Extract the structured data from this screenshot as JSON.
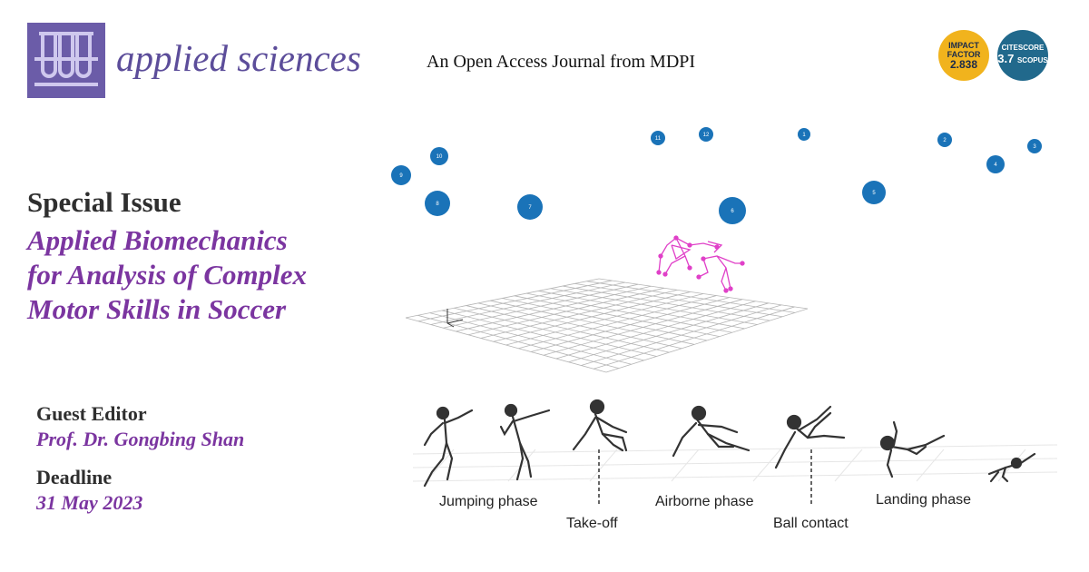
{
  "header": {
    "journal_name": "applied sciences",
    "tagline": "An Open Access Journal from MDPI"
  },
  "badges": {
    "impact_factor": {
      "line1": "IMPACT",
      "line2": "FACTOR",
      "value": "2.838",
      "color": "#f1b31d"
    },
    "citescore": {
      "label": "CITESCORE",
      "value": "3.7",
      "source": "SCOPUS",
      "color": "#21698c"
    }
  },
  "special_issue": {
    "label": "Special Issue",
    "title_lines": [
      "Applied Biomechanics",
      "for Analysis of Complex",
      "Motor Skills in Soccer"
    ]
  },
  "guest_editor": {
    "label": "Guest Editor",
    "name": "Prof. Dr. Gongbing Shan"
  },
  "deadline": {
    "label": "Deadline",
    "date": "31 May 2023"
  },
  "camera_markers": [
    "1",
    "2",
    "3",
    "4",
    "5",
    "6",
    "7",
    "8",
    "9",
    "10",
    "11",
    "12"
  ],
  "phases": {
    "jumping": "Jumping phase",
    "takeoff": "Take-off",
    "airborne": "Airborne phase",
    "ball_contact": "Ball contact",
    "landing": "Landing phase"
  },
  "colors": {
    "brand_purple": "#6b5ca8",
    "title_purple": "#7b35a0",
    "camera_blue": "#1a73b8",
    "stick_figure": "#e040c8"
  }
}
